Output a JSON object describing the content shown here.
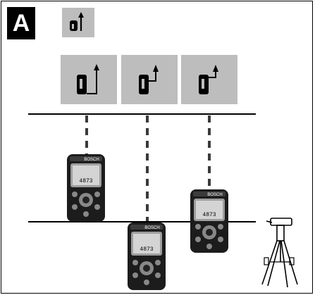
{
  "figure": {
    "label": "A",
    "mode_icon": "function-top-reference-icon",
    "options": [
      {
        "icon": "reference-rear-bracket-icon"
      },
      {
        "icon": "reference-center-icon"
      },
      {
        "icon": "reference-front-icon"
      }
    ],
    "device_brand": "BOSCH",
    "device_reading": "4873",
    "tripod_icon": "tripod-icon"
  }
}
